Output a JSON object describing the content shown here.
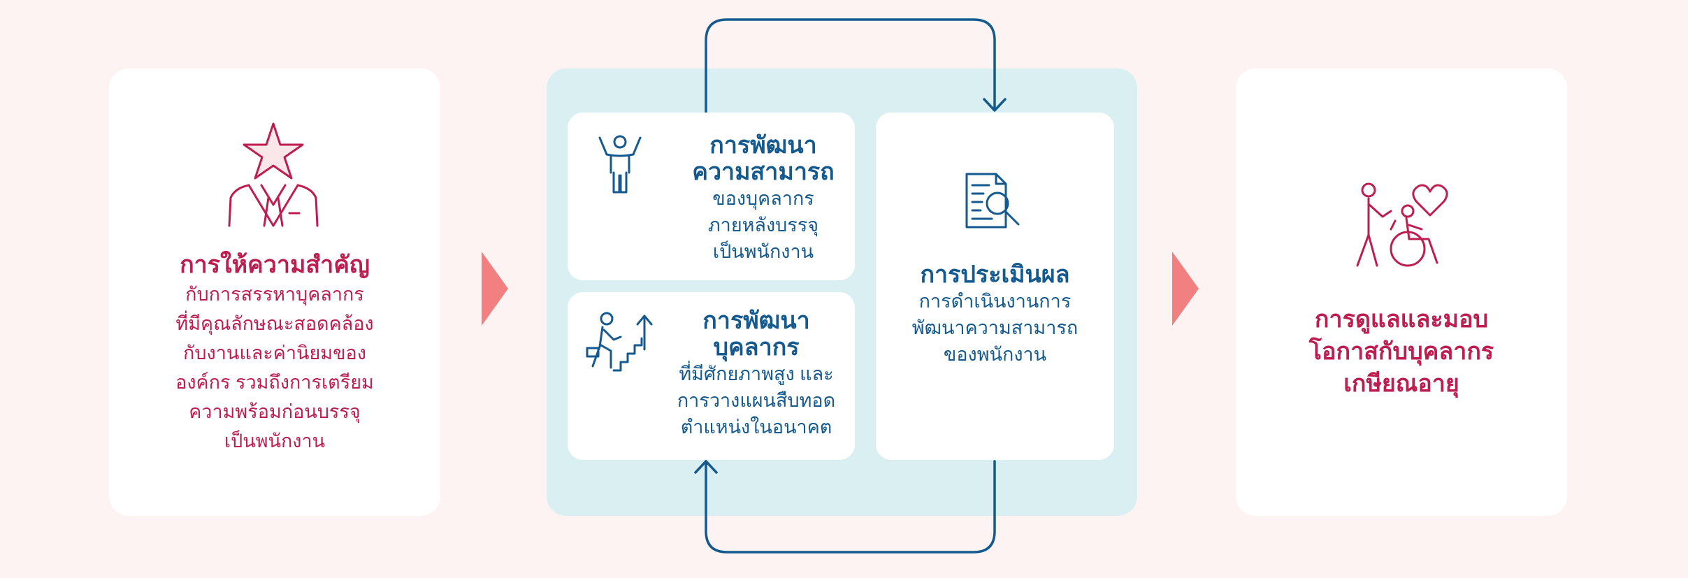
{
  "colors": {
    "background": "#fdf3f2",
    "pink_text": "#be1e4f",
    "blue_text": "#155a8f",
    "panel": "#d9eff1",
    "arrow": "#f28080"
  },
  "left_card": {
    "icon": "star-head-person-icon",
    "title": "การให้ความสำคัญ",
    "lines": [
      "กับการสรรหาบุคลากร",
      "ที่มีคุณลักษณะสอดคล้อง",
      "กับงานและค่านิยมของ",
      "องค์กร รวมถึงการเตรียม",
      "ความพร้อมก่อนบรรจุ",
      "เป็นพนักงาน"
    ]
  },
  "center": {
    "capability": {
      "icon": "person-arms-up-icon",
      "title_lines": [
        "การพัฒนา",
        "ความสามารถ"
      ],
      "lines": [
        "ของบุคลากร",
        "ภายหลังบรรจุ",
        "เป็นพนักงาน"
      ]
    },
    "talent": {
      "icon": "climbing-stairs-icon",
      "title_lines": [
        "การพัฒนา",
        "บุคลากร"
      ],
      "lines": [
        "ที่มีศักยภาพสูง และ",
        "การวางแผนสืบทอด",
        "ตำแหน่งในอนาคต"
      ]
    },
    "evaluation": {
      "icon": "document-search-icon",
      "title": "การประเมินผล",
      "lines": [
        "การดำเนินงานการ",
        "พัฒนาความสามารถ",
        "ของพนักงาน"
      ]
    }
  },
  "right_card": {
    "icon": "caregiver-wheelchair-heart-icon",
    "title_lines": [
      "การดูแลและมอบ",
      "โอกาสกับบุคลากร",
      "เกษียณอายุ"
    ]
  }
}
